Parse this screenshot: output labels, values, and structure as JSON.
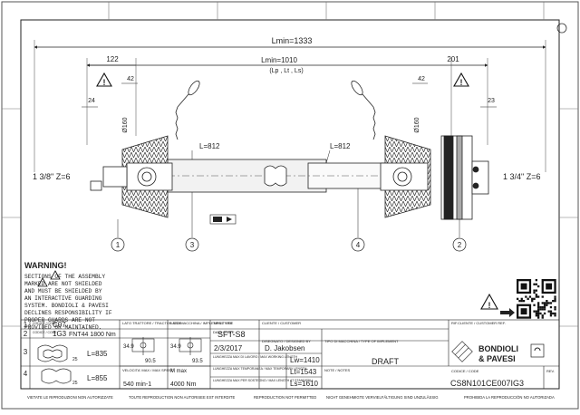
{
  "dimensions": {
    "total": "Lmin=1333",
    "inner": "Lmin=1010",
    "inner_sub": "(Lp , Lt , Ls)",
    "left_overhang": "122",
    "right_overhang": "201",
    "left_42": "42",
    "right_42": "42",
    "left_24": "24",
    "right_23": "23",
    "left_dia": "Ø160",
    "right_dia": "Ø160",
    "guard_left": "L=812",
    "guard_right": "L=812"
  },
  "ends": {
    "left_spline": "1 3/8\" Z=6",
    "right_spline": "1 3/4\" Z=6"
  },
  "callouts": [
    "1",
    "3",
    "4",
    "2"
  ],
  "warning": {
    "title": "WARNING!",
    "body": [
      "SECTIONS   OF THE ASSEMBLY",
      "MARKED    ARE NOT SHIELDED",
      "AND MUST BE SHIELDED BY",
      "AN INTERACTIVE GUARDING",
      "SYSTEM. BONDIOLI & PAVESI",
      "DECLINES RESPONSIBILITY IF",
      "PROPER GUARDS ARE NOT",
      "PROVIDED OR MAINTAINED."
    ]
  },
  "title_block": {
    "rows": [
      {
        "n": "1",
        "label": "CODICE / CODE",
        "value": "C07",
        "extra": ""
      },
      {
        "n": "2",
        "label": "CODICE / CODE",
        "value": "1G3",
        "extra": "FNT44 1800 Nm"
      },
      {
        "n": "3",
        "label": "",
        "value": "L=835",
        "extra": "25"
      },
      {
        "n": "4",
        "label": "",
        "value": "L=855",
        "extra": "25"
      }
    ],
    "cross_left_label": "LATO TRATTORE / TRACTOR SIDE",
    "cross_left_dims": [
      "34.9",
      "90.5"
    ],
    "cross_right_label": "LATO MACCHINA / IMPLEMENT SIDE",
    "cross_right_dims": [
      "34.9",
      "93.5"
    ],
    "speed_label": "VELOCITA' MAX / MAX SPEED",
    "speed_values": [
      "540  min-1",
      "4000 Nm"
    ],
    "torque_label": "M max",
    "type_label": "TIPO-TYPE",
    "type_value": "SFT-S8",
    "date_label": "DATA / DATE",
    "date_value": "2/3/2017",
    "designer_label": "DISEGNATO / DESIGNED BY",
    "designer_value": "D. Jakobsen",
    "client_label": "CLIENTE / CUSTOMER",
    "client_ref_label": "RIF.CLIENTE / CUSTOMER REF.",
    "lengths": [
      {
        "label": "LUNGHEZZA MAX DI LAVORO / MAX WORKING LENGTH",
        "value": "Lw=1410"
      },
      {
        "label": "LUNGHEZZA MAX TEMPORANEA / MAX TEMPORARY LENGTH",
        "value": "Lt=1543"
      },
      {
        "label": "LUNGHEZZA MAX PER SOSTEGNO / MAX LENGTH AT STANDSTILL",
        "value": "Ls=1610"
      }
    ],
    "machine_label": "TIPO DI MACCHINA / TYPE OF IMPLEMENT",
    "status": "DRAFT",
    "notes_label": "NOTE / NOTES",
    "code_label": "CODICE / CODE",
    "code_value": "CS8N101CE007IG3",
    "rev_label": "REV.",
    "brand": [
      "BONDIOLI",
      "& PAVESI"
    ]
  },
  "footer": [
    "VIETATE LE RIPRODUZIONI NON AUTORIZZATE",
    "TOUTE REPRODUCTION NON AUTORISEE EST INTERDITE",
    "REPRODUCTION NOT PERMITTED",
    "NICHT GENEHMIGTE VERVIELFÄLTIGUNG SIND UNZULÄSSIG",
    "PROHIBIDA LA REPRODUCCIÓN NO AUTORIZADA"
  ]
}
